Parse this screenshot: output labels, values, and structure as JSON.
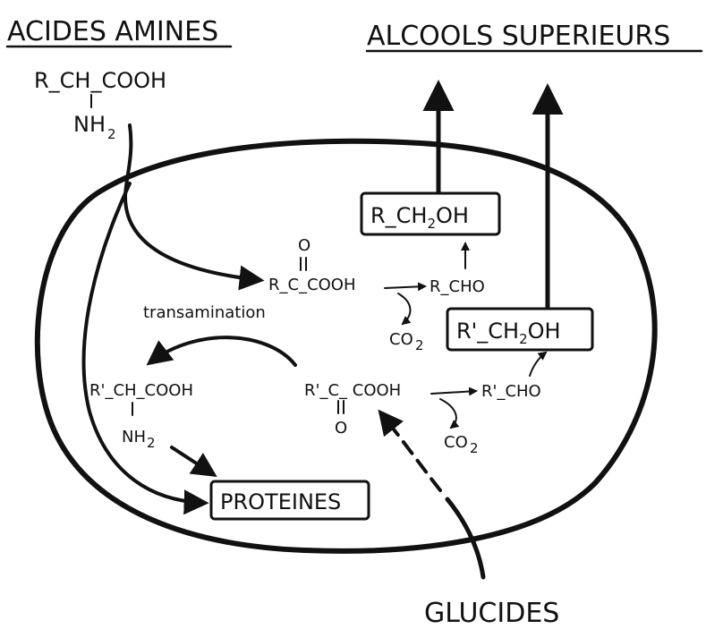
{
  "headers": {
    "amino_acids": "ACIDES AMINES",
    "higher_alcohols": "ALCOOLS SUPERIEURS",
    "sugars": "GLUCIDES"
  },
  "formulas": {
    "amino_acid_main": "R_CH_COOH",
    "amino_acid_main_branch": "NH",
    "amino_acid_main_branch_sub": "2",
    "keto_acid_r_oxo": "O",
    "keto_acid_r": "R_C_COOH",
    "aldehyde_r": "R_CHO",
    "alcohol_r_prefix": "R_CH",
    "alcohol_r_sub": "2",
    "alcohol_r_suffix": "OH",
    "amino_acid_rprime": "R'_CH_COOH",
    "amino_acid_rprime_branch": "NH",
    "amino_acid_rprime_branch_sub": "2",
    "keto_acid_rprime": "R'_C_ COOH",
    "keto_acid_rprime_oxo": "O",
    "aldehyde_rprime": "R'_CHO",
    "alcohol_rprime_prefix": "R'_CH",
    "alcohol_rprime_sub": "2",
    "alcohol_rprime_suffix": "OH",
    "co2_upper": "CO",
    "co2_upper_sub": "2",
    "co2_lower": "CO",
    "co2_lower_sub": "2"
  },
  "labels": {
    "transamination": "transamination",
    "proteins": "PROTEINES"
  },
  "colors": {
    "ink": "#111111",
    "background": "#ffffff"
  }
}
